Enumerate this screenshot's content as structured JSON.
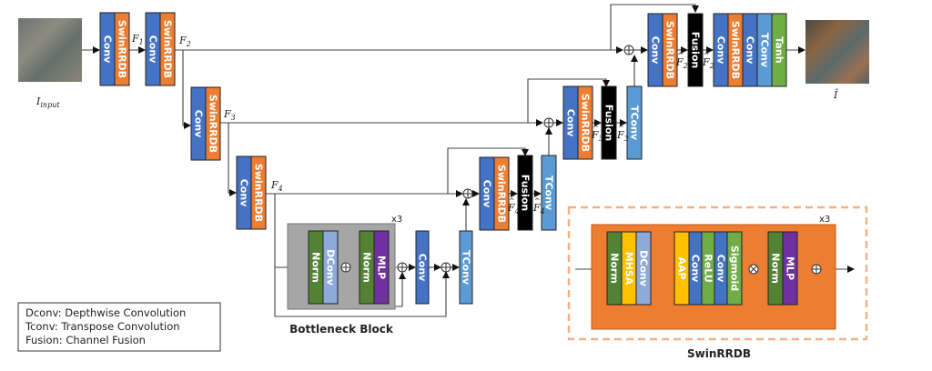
{
  "colors": {
    "conv": "#4472c4",
    "swin": "#ed7d31",
    "fusion": "#000000",
    "tconv": "#5b9bd5",
    "tanh": "#70ad47",
    "norm": "#548235",
    "dconv": "#8eaadb",
    "mlp": "#7030a0",
    "mhsa": "#ffc000",
    "aap": "#ffc000",
    "relu": "#70ad47",
    "sigmoid": "#70ad47",
    "bottleneck_bg": "#a6a6a6",
    "swinrrdb_bg": "#ed7d31",
    "swinrrdb_border": "#f4b183"
  },
  "labels": {
    "input": "I",
    "input_sub": "input",
    "output": "Î",
    "F1": "F",
    "F1_sub": "1",
    "F2": "F",
    "F2_sub": "2",
    "F3": "F",
    "F3_sub": "3",
    "F4": "F",
    "F4_sub": "4",
    "F4a": "F",
    "F4a_sub": "4",
    "F4b": "F",
    "F4b_sub": "4",
    "F3a": "F",
    "F3a_sub": "3",
    "F3b": "F",
    "F3b_sub": "3",
    "F2a": "F",
    "F2a_sub": "2",
    "F2b": "F",
    "F2b_sub": "2"
  },
  "blocks": {
    "conv": "Conv",
    "swinrrdb": "SwinRRDB",
    "fusion": "Fusion",
    "tconv": "TConv",
    "tanh": "Tanh",
    "norm": "Norm",
    "dconv": "DConv",
    "mlp": "MLP",
    "mhsa": "MHSA",
    "aap": "AAP",
    "relu": "ReLU",
    "sigmoid": "Sigmoid"
  },
  "bottleneck": {
    "caption": "Bottleneck Block",
    "repeat": "x3"
  },
  "swinrrdb_detail": {
    "caption": "SwinRRDB",
    "repeat": "x3"
  },
  "legend": [
    "Dconv: Depthwise Convolution",
    "Tconv: Transpose Convolution",
    "Fusion: Channel Fusion"
  ]
}
